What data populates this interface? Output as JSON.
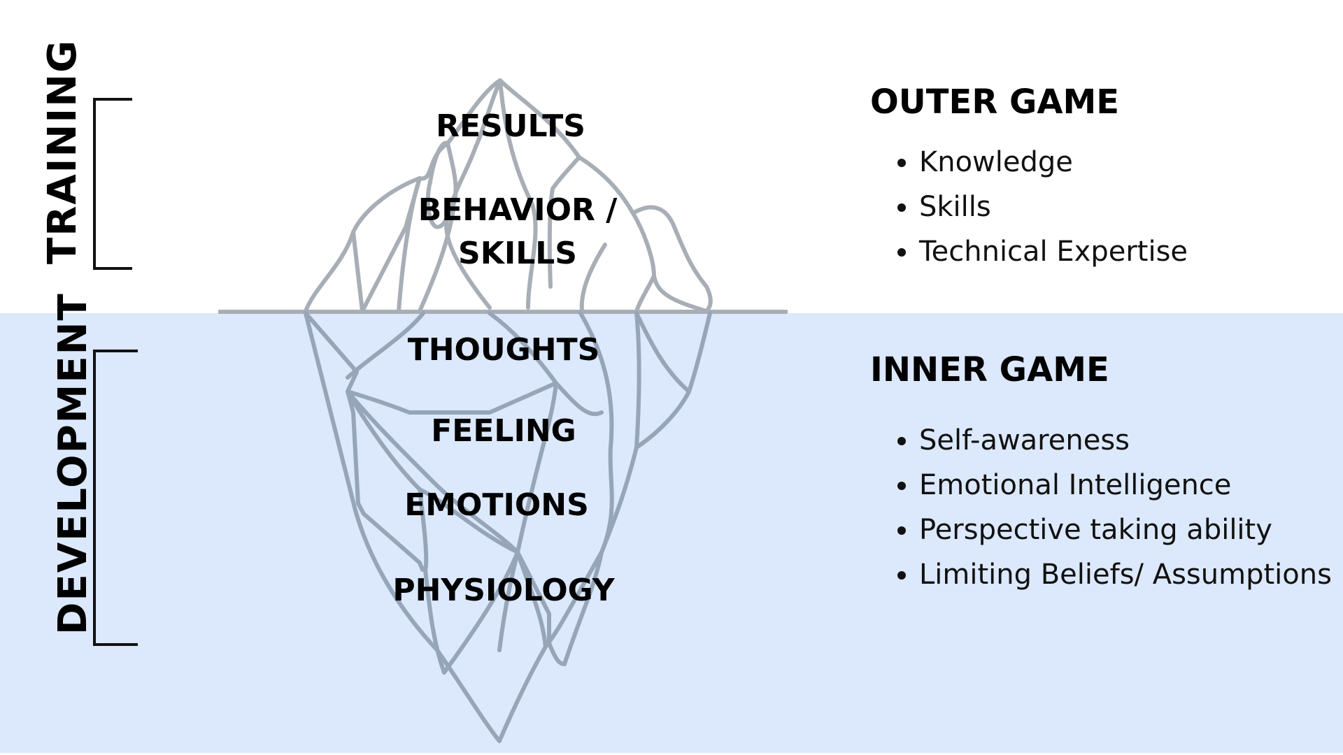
{
  "colors": {
    "background": "#ffffff",
    "water": "#dce8fb",
    "iceberg_line": "#a8aeb5",
    "iceberg_line_underwater": "#96a5b8",
    "text": "#000000"
  },
  "sections": {
    "training_label": "TRAINING",
    "development_label": "DEVELOPMENT"
  },
  "iceberg": {
    "above": [
      "RESULTS",
      "BEHAVIOR /",
      "SKILLS"
    ],
    "below": [
      "THOUGHTS",
      "FEELING",
      "EMOTIONS",
      "PHYSIOLOGY"
    ]
  },
  "outer_game": {
    "title": "OUTER GAME",
    "items": [
      "Knowledge",
      "Skills",
      "Technical Expertise"
    ]
  },
  "inner_game": {
    "title": "INNER GAME",
    "items": [
      "Self-awareness",
      "Emotional Intelligence",
      "Perspective taking ability",
      "Limiting Beliefs/ Assumptions"
    ]
  }
}
